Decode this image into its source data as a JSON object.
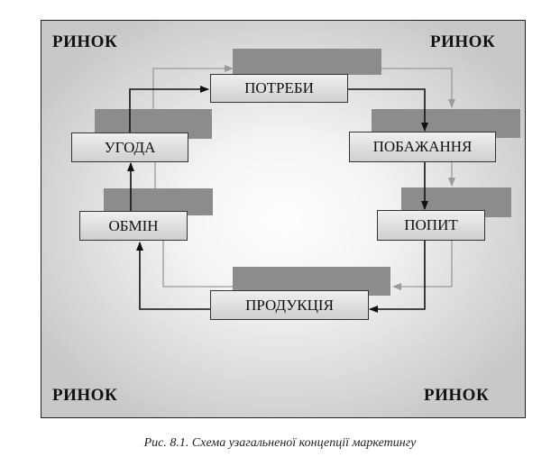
{
  "diagram": {
    "corner_labels": {
      "top_left": "РИНОК",
      "top_right": "РИНОК",
      "bottom_left": "РИНОК",
      "bottom_right": "РИНОК"
    },
    "nodes": {
      "potreby": "ПОТРЕБИ",
      "pobazhannia": "ПОБАЖАННЯ",
      "popyt": "ПОПИТ",
      "produktsiia": "ПРОДУКЦІЯ",
      "obmin": "ОБМІН",
      "uhoda": "УГОДА"
    },
    "cycle_order": [
      "ПОТРЕБИ",
      "ПОБАЖАННЯ",
      "ПОПИТ",
      "ПРОДУКЦІЯ",
      "ОБМІН",
      "УГОДА"
    ],
    "caption": "Рис. 8.1.  Схема узагальненої концепції маркетингу"
  }
}
